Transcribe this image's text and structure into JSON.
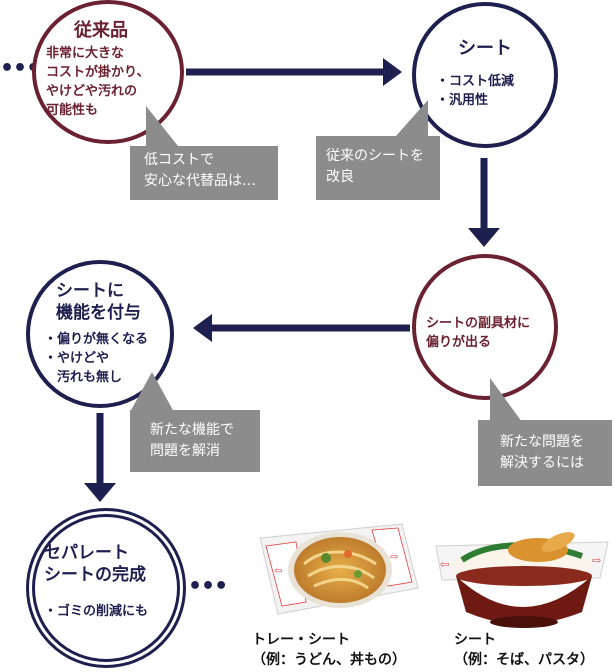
{
  "nodes": {
    "conventional": {
      "title": "従来品",
      "lines": [
        "非常に大きな",
        "コストが掛かり、",
        "やけどや汚れの",
        "可能性も"
      ]
    },
    "sheet": {
      "title": "シート",
      "lines": [
        "・コスト低減",
        "・汎用性"
      ]
    },
    "side_material": {
      "lines": [
        "シートの副具材に",
        "偏りが出る"
      ]
    },
    "function": {
      "title_lines": [
        "シートに",
        "機能を付与"
      ],
      "lines": [
        "・偏りが無くなる",
        "・やけどや",
        "　汚れも無し"
      ]
    },
    "separate": {
      "title_lines": [
        "セパレート",
        "シートの完成"
      ],
      "lines": [
        "・ゴミの削減にも"
      ]
    }
  },
  "bubbles": {
    "alternative": [
      "低コストで",
      "安心な代替品は…"
    ],
    "improve": [
      "従来のシートを",
      "改良"
    ],
    "solve": [
      "新たな問題を",
      "解決するには"
    ],
    "new_function": [
      "新たな機能で",
      "問題を解消"
    ]
  },
  "continuation_dots": "•••",
  "products": {
    "tray": [
      "トレー・シート",
      "（例：うどん、丼もの）"
    ],
    "sheet": [
      "シート",
      "（例：そば、パスタ）"
    ]
  },
  "colors": {
    "navy": "#1d1f4e",
    "maroon": "#6b2230",
    "bubble_gray": "#8c8c8c"
  }
}
